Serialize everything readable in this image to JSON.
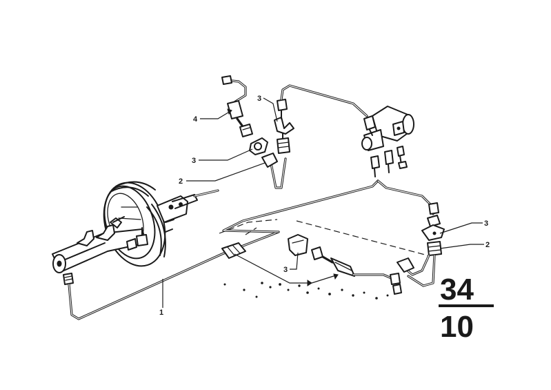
{
  "callouts": [
    {
      "id": "c1",
      "text": "1"
    },
    {
      "id": "c2a",
      "text": "2"
    },
    {
      "id": "c2b",
      "text": "2"
    },
    {
      "id": "c3a",
      "text": "3"
    },
    {
      "id": "c3b",
      "text": "3"
    },
    {
      "id": "c3c",
      "text": "3"
    },
    {
      "id": "c3d",
      "text": "3"
    },
    {
      "id": "c4",
      "text": "4"
    }
  ],
  "group_number": {
    "top": "34",
    "bottom": "10"
  }
}
